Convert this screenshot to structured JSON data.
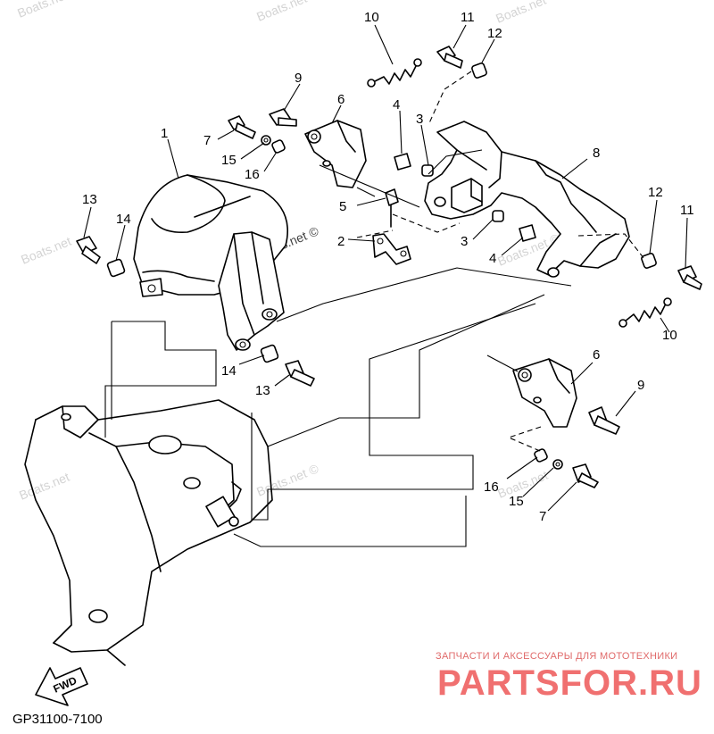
{
  "diagram": {
    "code": "GP31100-7100",
    "fwd_label": "FWD",
    "watermarks": [
      "Boats.net",
      "Boats.net",
      "Boats.net",
      "Boats.net",
      "Boats.net ©",
      "Boats.net ©",
      "Boats.net ©",
      "Boats.net",
      "Boats.net"
    ],
    "brand": {
      "tagline": "ЗАПЧАСТИ И АКСЕССУАРЫ ДЛЯ МОТОТЕХНИКИ",
      "name": "PARTSFOR.RU"
    },
    "callouts": [
      "1",
      "2",
      "3",
      "3",
      "4",
      "4",
      "5",
      "6",
      "6",
      "7",
      "7",
      "8",
      "9",
      "9",
      "10",
      "10",
      "11",
      "11",
      "12",
      "12",
      "13",
      "13",
      "14",
      "14",
      "15",
      "15",
      "16",
      "16"
    ]
  }
}
